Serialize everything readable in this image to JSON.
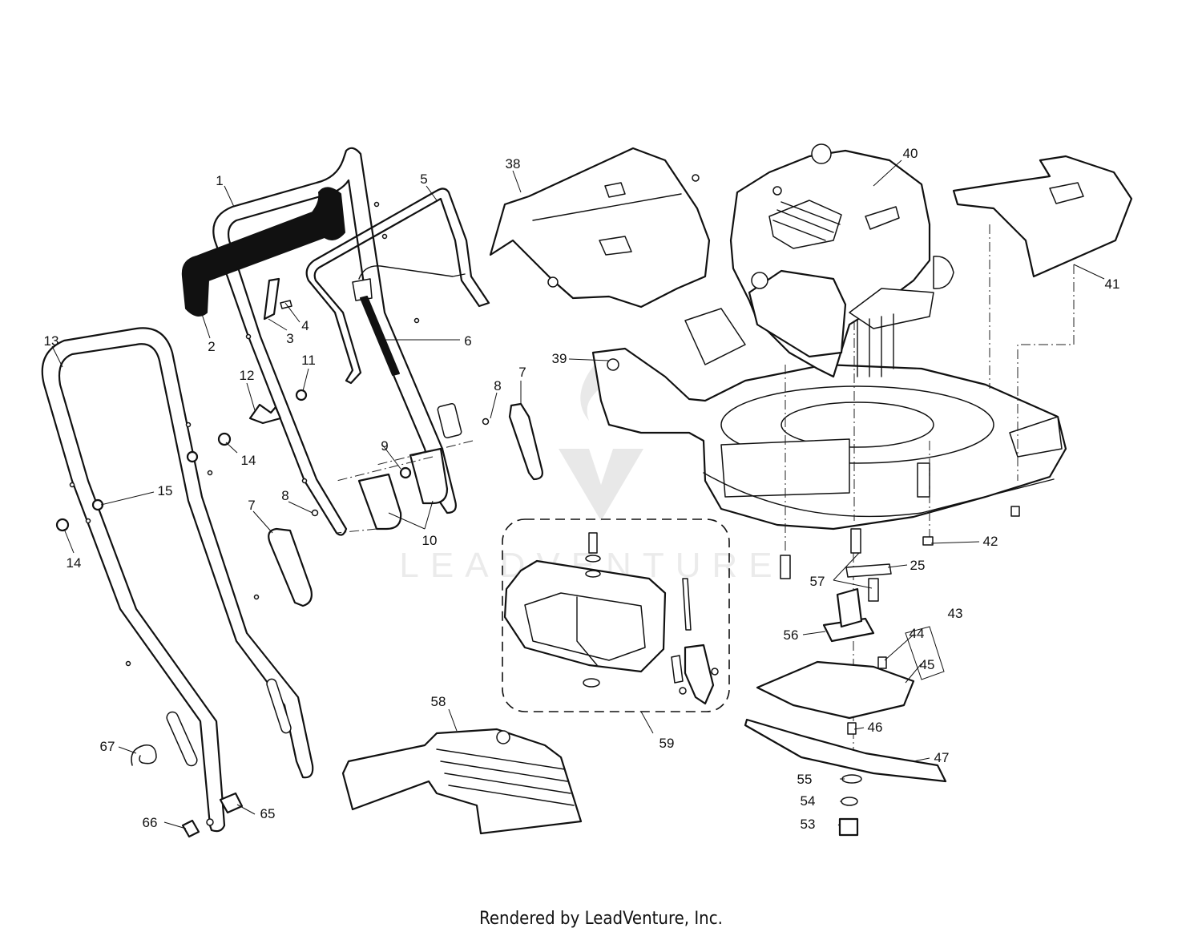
{
  "diagram": {
    "callouts": [
      {
        "id": "c1",
        "label": "1"
      },
      {
        "id": "c2",
        "label": "2"
      },
      {
        "id": "c3",
        "label": "3"
      },
      {
        "id": "c4",
        "label": "4"
      },
      {
        "id": "c5",
        "label": "5"
      },
      {
        "id": "c6",
        "label": "6"
      },
      {
        "id": "c7a",
        "label": "7"
      },
      {
        "id": "c7b",
        "label": "7"
      },
      {
        "id": "c8a",
        "label": "8"
      },
      {
        "id": "c8b",
        "label": "8"
      },
      {
        "id": "c9",
        "label": "9"
      },
      {
        "id": "c10",
        "label": "10"
      },
      {
        "id": "c11",
        "label": "11"
      },
      {
        "id": "c12",
        "label": "12"
      },
      {
        "id": "c13",
        "label": "13"
      },
      {
        "id": "c14a",
        "label": "14"
      },
      {
        "id": "c14b",
        "label": "14"
      },
      {
        "id": "c15",
        "label": "15"
      },
      {
        "id": "c25",
        "label": "25"
      },
      {
        "id": "c38",
        "label": "38"
      },
      {
        "id": "c39",
        "label": "39"
      },
      {
        "id": "c40",
        "label": "40"
      },
      {
        "id": "c41",
        "label": "41"
      },
      {
        "id": "c42",
        "label": "42"
      },
      {
        "id": "c43",
        "label": "43"
      },
      {
        "id": "c44",
        "label": "44"
      },
      {
        "id": "c45",
        "label": "45"
      },
      {
        "id": "c46",
        "label": "46"
      },
      {
        "id": "c47",
        "label": "47"
      },
      {
        "id": "c53",
        "label": "53"
      },
      {
        "id": "c54",
        "label": "54"
      },
      {
        "id": "c55",
        "label": "55"
      },
      {
        "id": "c56",
        "label": "56"
      },
      {
        "id": "c57",
        "label": "57"
      },
      {
        "id": "c58",
        "label": "58"
      },
      {
        "id": "c59",
        "label": "59"
      },
      {
        "id": "c65",
        "label": "65"
      },
      {
        "id": "c66",
        "label": "66"
      },
      {
        "id": "c67",
        "label": "67"
      }
    ]
  },
  "watermark": {
    "text": "LEADVENTURE",
    "color": "#888888"
  },
  "footer": {
    "text": "Rendered by LeadVenture, Inc."
  }
}
